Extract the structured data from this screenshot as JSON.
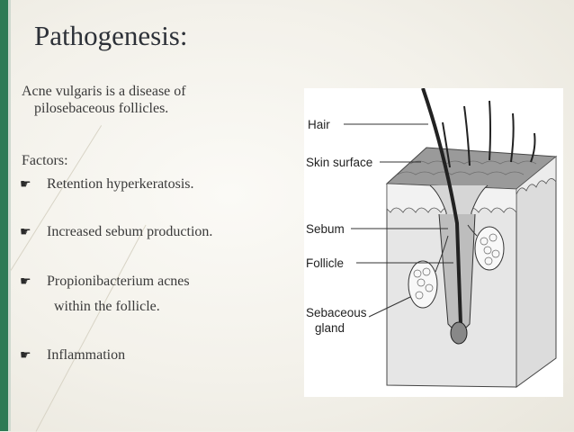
{
  "slide": {
    "title": "Pathogenesis:",
    "intro_line1": "Acne vulgaris is a disease of",
    "intro_line2": "pilosebaceous follicles.",
    "factors_label": "Factors:",
    "bullet_icon": "pointing-hand-icon",
    "bullets": [
      {
        "line1": "Retention hyperkeratosis."
      },
      {
        "line1": "Increased sebum production."
      },
      {
        "line1": "Propionibacterium acnes",
        "line2": "within the follicle."
      },
      {
        "line1": "Inflammation"
      }
    ]
  },
  "diagram": {
    "labels": {
      "hair": "Hair",
      "skin_surface": "Skin surface",
      "sebum": "Sebum",
      "follicle": "Follicle",
      "sebaceous": "Sebaceous",
      "gland": "gland"
    }
  },
  "colors": {
    "accent": "#2e7a55",
    "title": "#2d3138",
    "text": "#3a3a3a"
  }
}
